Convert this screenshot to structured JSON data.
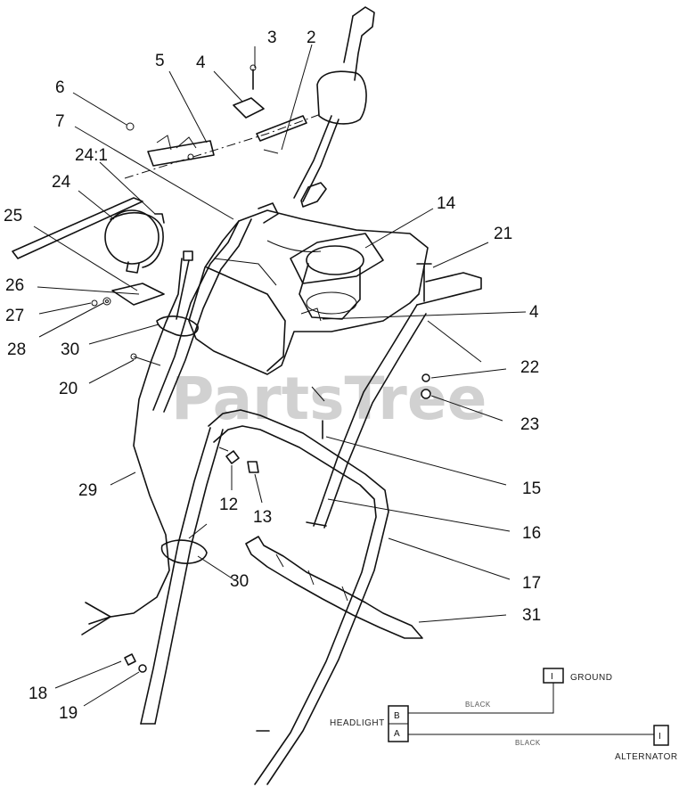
{
  "watermark": "PartsTree",
  "callouts": {
    "c3": "3",
    "c2": "2",
    "c5": "5",
    "c4a": "4",
    "c6": "6",
    "c7": "7",
    "c24_1": "24:1",
    "c24": "24",
    "c25": "25",
    "c14": "14",
    "c21": "21",
    "c26": "26",
    "c4b": "4",
    "c27": "27",
    "c28": "28",
    "c30a": "30",
    "c22": "22",
    "c20": "20",
    "c23": "23",
    "c15": "15",
    "c29": "29",
    "c12": "12",
    "c13": "13",
    "c16": "16",
    "c17": "17",
    "c30b": "30",
    "c31": "31",
    "c18": "18",
    "c19": "19"
  },
  "wiring": {
    "ground_label": "GROUND",
    "headlight_label": "HEADLIGHT",
    "alternator_label": "ALTERNATOR",
    "wire1_label": "BLACK",
    "wire2_label": "BLACK",
    "pin_b": "B",
    "pin_a": "A",
    "ground_pin": "I",
    "alternator_pin": "I"
  }
}
